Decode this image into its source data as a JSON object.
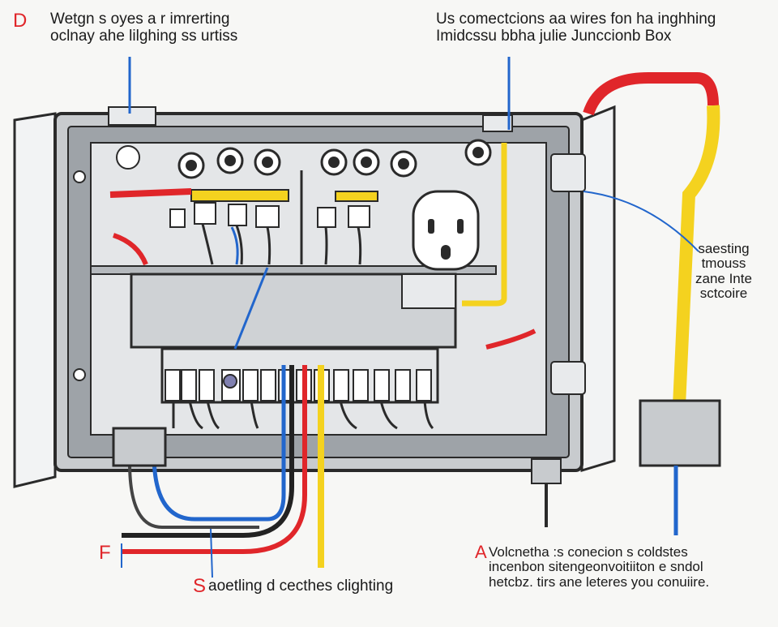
{
  "labels": {
    "top_left": {
      "lines": [
        "Wetgn s oyes a r imrerting",
        "oclnay ahe lilghing ss urtiss"
      ]
    },
    "top_right": {
      "lines": [
        "Us comectcions aa wires fon ha inghhing",
        "Imidcssu bbha julie Junccionb Box"
      ]
    },
    "right": {
      "lines": [
        "saesting",
        "tmouss",
        "zane Inte",
        "sctcoire"
      ]
    },
    "bottom_right": {
      "lines": [
        "Volcnetha :s conecion s coldstes",
        "incenbon sitengeonvoitiiton e sndol",
        "hetcbz. tirs ane leteres you conuiire."
      ]
    },
    "bottom": {
      "lines": [
        "aoetling d cecthes clighting"
      ]
    }
  },
  "markers": {
    "top_left": "D",
    "bottom_left": "F",
    "bottom_right": "A",
    "bottom": "S"
  },
  "colors": {
    "box_outline": "#2a2a2a",
    "box_fill": "#c8cbce",
    "box_inner": "#e4e6e8",
    "wire_red": "#e0262a",
    "wire_yellow": "#f4d21f",
    "wire_blue": "#2266cc",
    "wire_black": "#222222",
    "marker_red": "#e0262a"
  }
}
